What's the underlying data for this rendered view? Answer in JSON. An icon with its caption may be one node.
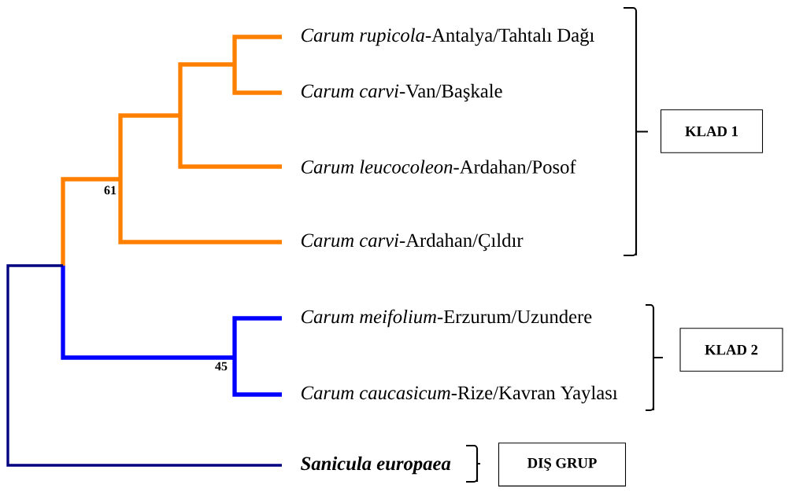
{
  "diagram": {
    "nodes": [
      {
        "text": [
          "*Carum rupicola*-Antalya/Tahtalı Dağı"
        ]
      },
      {
        "text": [
          "*Carum carvi*-Van/Başkale"
        ]
      },
      {
        "text": [
          "*Carum leucocoleon*-Ardahan/Posof"
        ]
      },
      {
        "text": [
          "*Carum carvi*-Ardahan/Çıldır"
        ]
      },
      {
        "text": [
          "*Carum meifolium*-Erzurum/Uzundere"
        ]
      },
      {
        "text": [
          "*Carum caucasicum*-Rize/Kavran Yaylası"
        ]
      },
      {
        "text": [
          "Sanicula europaea"
        ]
      },
      {
        "text": [
          "KLAD 1"
        ]
      },
      {
        "text": [
          "KLAD 2"
        ]
      },
      {
        "text": [
          "DIŞ GRUP"
        ]
      }
    ],
    "labels": [
      "61",
      "45"
    ]
  }
}
